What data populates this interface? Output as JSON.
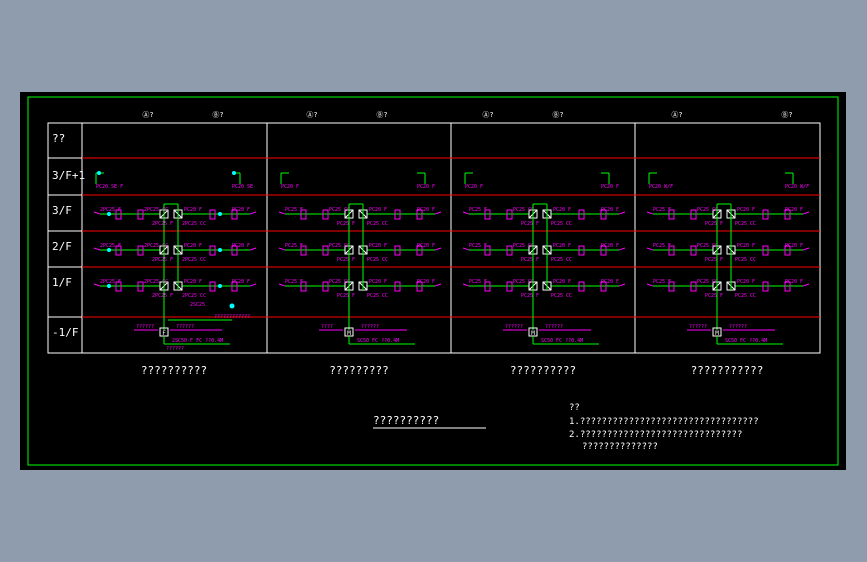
{
  "axis_labels": [
    "Ⓐ?",
    "Ⓑ?",
    "Ⓐ?",
    "Ⓑ?",
    "Ⓐ?",
    "Ⓑ?",
    "Ⓐ?",
    "Ⓑ?"
  ],
  "row_labels": [
    "??",
    "3/F+1",
    "3/F",
    "2/F",
    "1/F",
    "-1/F"
  ],
  "captions": [
    "??????????",
    "?????????",
    "??????????",
    "???????????"
  ],
  "title": "??????????",
  "notes": {
    "heading": "??",
    "line1": "1.?????????????????????????????????",
    "line2": "2.??????????????????????????????",
    "line3": "??????????????"
  },
  "panels": [
    {
      "top": "PC20 SE F",
      "top2": "PC20 SE",
      "pipes": [
        "2PC25 F",
        "2PC25 CC",
        "PC20 F",
        "PC20 F"
      ],
      "basement_left": "??????",
      "basement_right": "??????",
      "basement_extra": "????????????",
      "riser": "2SC50-F FC ??0.4M",
      "riser_sub": "??????",
      "basement_box": "F",
      "aux": "2SC25"
    },
    {
      "top": "PC20 F",
      "top2": "PC20 F",
      "pipes": [
        "PC25 F",
        "PC25 CC",
        "PC20 F",
        "PC20 F"
      ],
      "basement_left": "????",
      "basement_right": "??????",
      "riser": "SC50 FC ??0.4M",
      "basement_box": "M"
    },
    {
      "top": "PC20 F",
      "top2": "PC20 F",
      "pipes": [
        "PC25 F",
        "PC25 CC",
        "PC20 F",
        "PC20 F"
      ],
      "basement_left": "??????",
      "basement_right": "??????",
      "riser": "SC50 FC ??0.4M",
      "basement_box": "M"
    },
    {
      "top": "PC20 W/F",
      "top2": "PC20 W/F",
      "pipes": [
        "PC25 F",
        "PC25 CC",
        "PC20 F",
        "PC20 F"
      ],
      "basement_left": "??????",
      "basement_right": "??????",
      "riser": "SC50 FC ??0.4M",
      "basement_box": "M"
    }
  ],
  "colors": {
    "background": "#000000",
    "frame": "#00ff00",
    "grid": "#ffffff",
    "floor_line": "#ff0000",
    "wiring": "#00ff00",
    "labels": "#ff00ff",
    "junction": "#00ffff",
    "page": "#8f9cae"
  }
}
